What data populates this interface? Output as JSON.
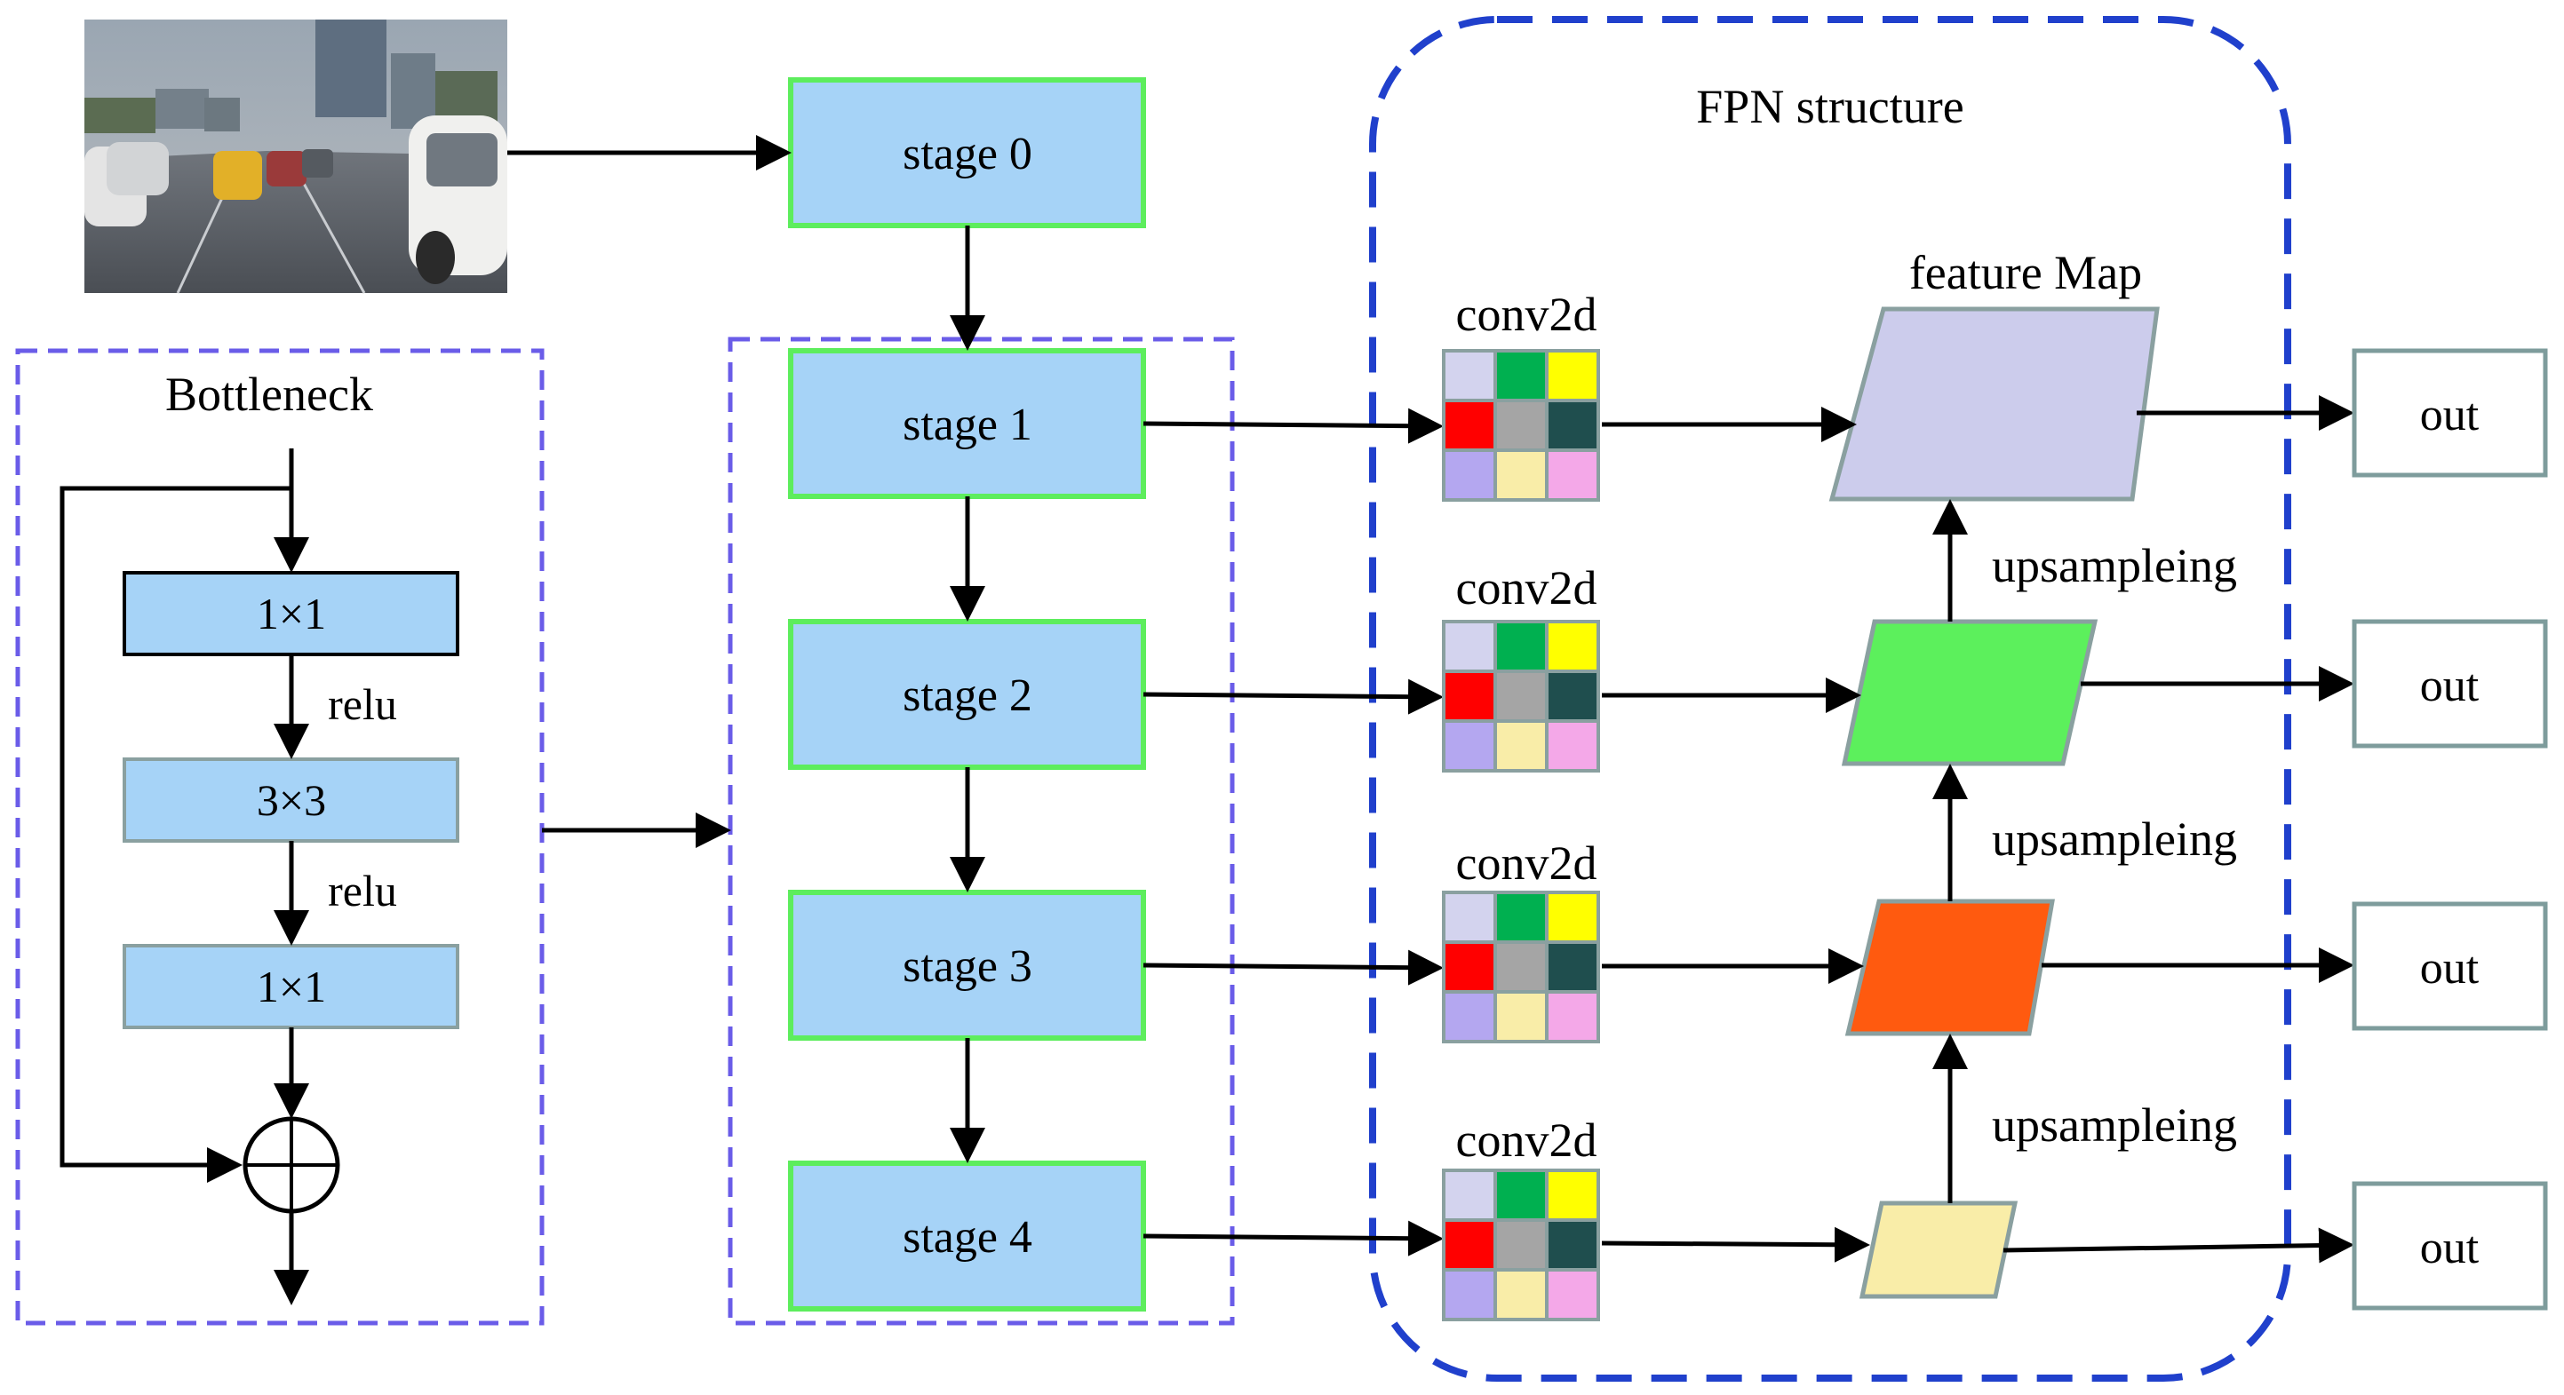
{
  "colors": {
    "stage_fill": "#a6d3f7",
    "stage_border": "#5ded5d",
    "block_fill": "#a6d3f7",
    "block_border": "#000000",
    "block_border_gray": "#8aa0a0",
    "dashed_purple": "#6a5ce8",
    "dashed_blue": "#2040cc",
    "out_border": "#7e9c9c",
    "feature_map_1": "#ccccec",
    "feature_map_2": "#5cf05c",
    "feature_map_3": "#ff5a0f",
    "feature_map_4": "#f9eda8",
    "feature_map_border": "#8aa0a0",
    "kernel_cells": [
      "#d3d3ee",
      "#00b050",
      "#ffff00",
      "#ff0000",
      "#a5a5a5",
      "#1f4e4e",
      "#b4a7f0",
      "#f9eda8",
      "#f4a8e8"
    ],
    "arrow": "#000000"
  },
  "input_image": {
    "name": "road-scene-photo"
  },
  "backbone": {
    "stages": [
      "stage 0",
      "stage 1",
      "stage 2",
      "stage 3",
      "stage 4"
    ]
  },
  "bottleneck": {
    "title": "Bottleneck",
    "blocks": [
      "1×1",
      "3×3",
      "1×1"
    ],
    "activations": [
      "relu",
      "relu"
    ],
    "add_icon": "plus-circle-icon"
  },
  "fpn": {
    "title": "FPN structure",
    "feature_map_label": "feature Map",
    "conv_label": "conv2d",
    "upsample_label": "upsampleing",
    "out_label": "out"
  }
}
